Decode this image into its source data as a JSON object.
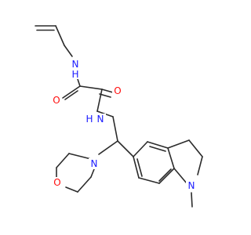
{
  "colors": {
    "bond": "#2b2b2b",
    "nitrogen": "#1a1aff",
    "oxygen": "#ff0d0d",
    "background": "#ffffff"
  },
  "molecule": {
    "atom_labels": [
      {
        "id": "n-allyl-amide",
        "text": "N",
        "sub": "H",
        "element": "nitrogen"
      },
      {
        "id": "o-carbonyl-1",
        "text": "O",
        "element": "oxygen"
      },
      {
        "id": "o-carbonyl-2",
        "text": "O",
        "element": "oxygen"
      },
      {
        "id": "n-amide-2",
        "text": "N",
        "sub": "H",
        "element": "nitrogen"
      },
      {
        "id": "n-morpholine",
        "text": "N",
        "element": "nitrogen"
      },
      {
        "id": "o-morpholine",
        "text": "O",
        "element": "oxygen"
      },
      {
        "id": "n-indoline",
        "text": "N",
        "element": "nitrogen"
      }
    ]
  }
}
